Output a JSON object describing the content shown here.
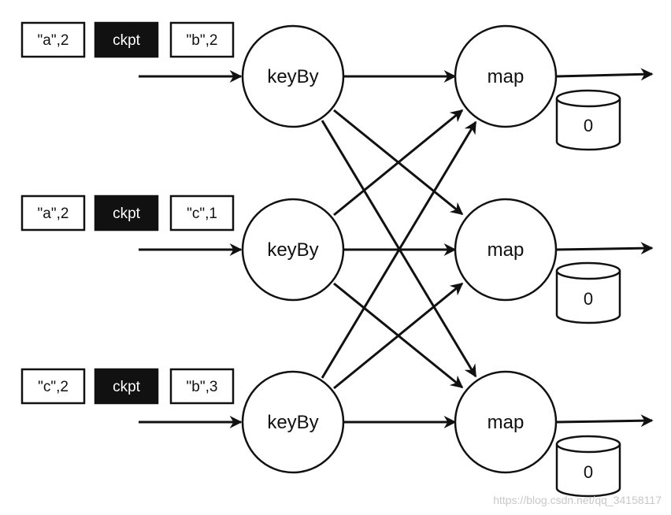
{
  "streams": [
    {
      "records": [
        "\"a\",2",
        "ckpt",
        "\"b\",2"
      ]
    },
    {
      "records": [
        "\"a\",2",
        "ckpt",
        "\"c\",1"
      ]
    },
    {
      "records": [
        "\"c\",2",
        "ckpt",
        "\"b\",3"
      ]
    }
  ],
  "keyby_nodes": [
    "keyBy",
    "keyBy",
    "keyBy"
  ],
  "map_nodes": [
    "map",
    "map",
    "map"
  ],
  "states": [
    "0",
    "0",
    "0"
  ],
  "watermark": "https://blog.csdn.net/qq_34158117"
}
